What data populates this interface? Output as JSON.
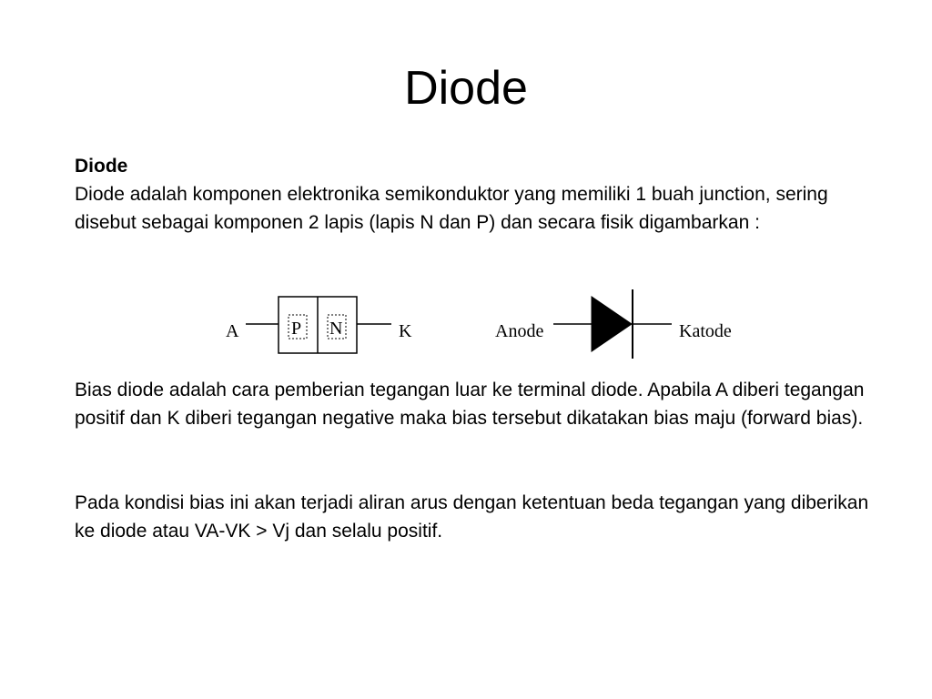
{
  "slide": {
    "title": "Diode"
  },
  "intro": {
    "heading": "Diode",
    "text": "Diode adalah komponen elektronika semikonduktor yang memiliki 1 buah junction, sering disebut sebagai komponen 2 lapis (lapis N dan P) dan secara fisik digambarkan :"
  },
  "figure_pn": {
    "label_anode": "A",
    "label_p": "P",
    "label_n": "N",
    "label_cathode": "K"
  },
  "figure_symbol": {
    "label_anode": "Anode",
    "label_cathode": "Katode"
  },
  "bias": {
    "text": "Bias diode adalah cara pemberian tegangan luar ke terminal diode. Apabila A diberi tegangan positif dan K diberi tegangan negative maka bias tersebut dikatakan bias maju (forward bias)."
  },
  "condition": {
    "text": "Pada kondisi bias ini akan terjadi aliran arus dengan ketentuan beda tegangan yang diberikan ke diode atau VA-VK > Vj dan selalu positif."
  }
}
